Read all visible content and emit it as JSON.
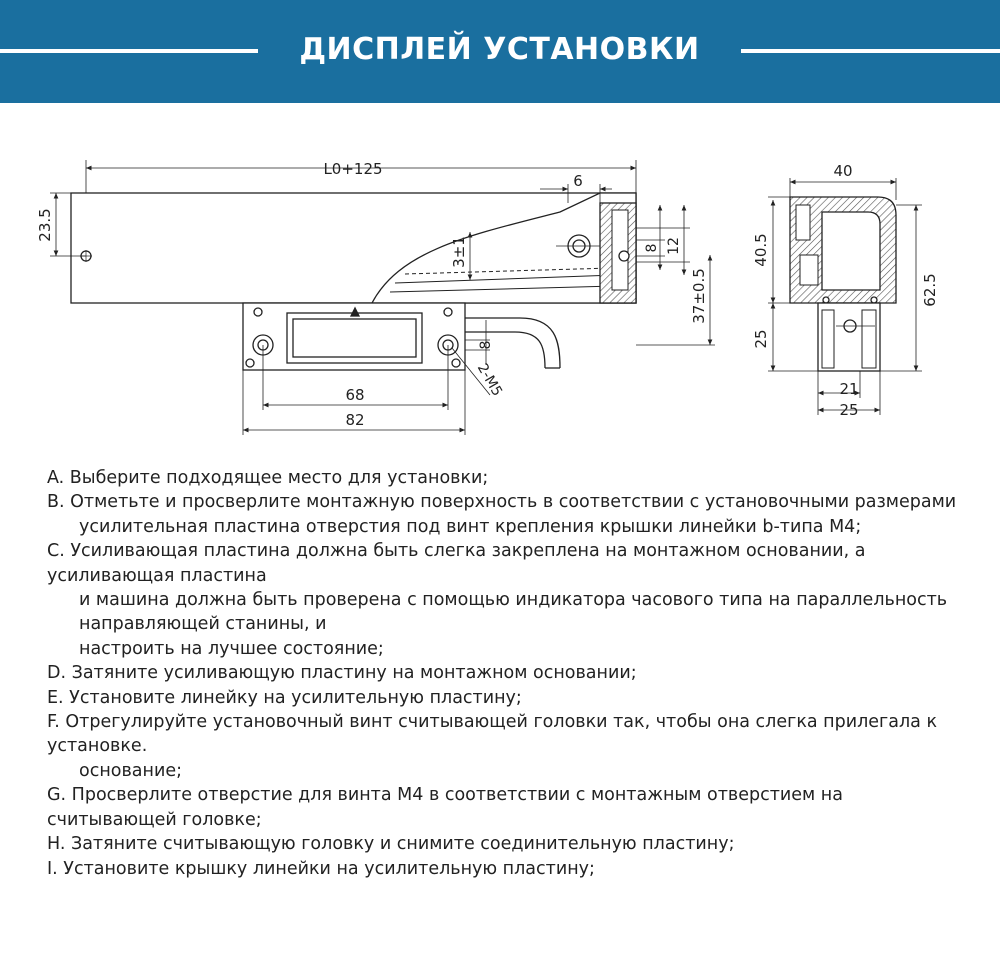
{
  "header": {
    "title": "ДИСПЛЕЙ УСТАНОВКИ",
    "background_color": "#1a6f9f",
    "text_color": "#ffffff"
  },
  "drawing": {
    "dimensions": {
      "overall_length": "L0+125",
      "top_offset": "6",
      "left_height": "23.5",
      "head_clearance": "3±1",
      "hole_8": "8",
      "hole_12": "12",
      "head_height": "37±0.5",
      "bracket_hole": "8",
      "screw": "2-M5",
      "inner_span": "68",
      "outer_span": "82",
      "side_width": "40",
      "side_upper_height": "40.5",
      "side_total_height": "62.5",
      "side_lower_height": "25",
      "side_bottom_inner": "21",
      "side_bottom_outer": "25"
    }
  },
  "steps": [
    "A. Выберите подходящее место для установки;",
    "B. Отметьте и просверлите монтажную поверхность в соответствии с установочными размерами",
    "      усилительная пластина отверстия под винт крепления крышки линейки b-типа M4;",
    "C. Усиливающая пластина должна быть слегка закреплена на монтажном основании, а усиливающая пластина",
    "      и машина должна быть проверена с помощью индикатора часового типа на параллельность направляющей станины, и",
    "      настроить на лучшее состояние;",
    "D. Затяните усиливающую пластину на монтажном основании;",
    "E. Установите линейку на усилительную пластину;",
    "F. Отрегулируйте установочный винт считывающей головки так, чтобы она слегка прилегала к установке.",
    "      основание;",
    "G. Просверлите отверстие для винта M4 в соответствии с монтажным отверстием на считывающей головке;",
    "H. Затяните считывающую головку и снимите соединительную пластину;",
    "I. Установите крышку линейки на усилительную пластину;"
  ]
}
